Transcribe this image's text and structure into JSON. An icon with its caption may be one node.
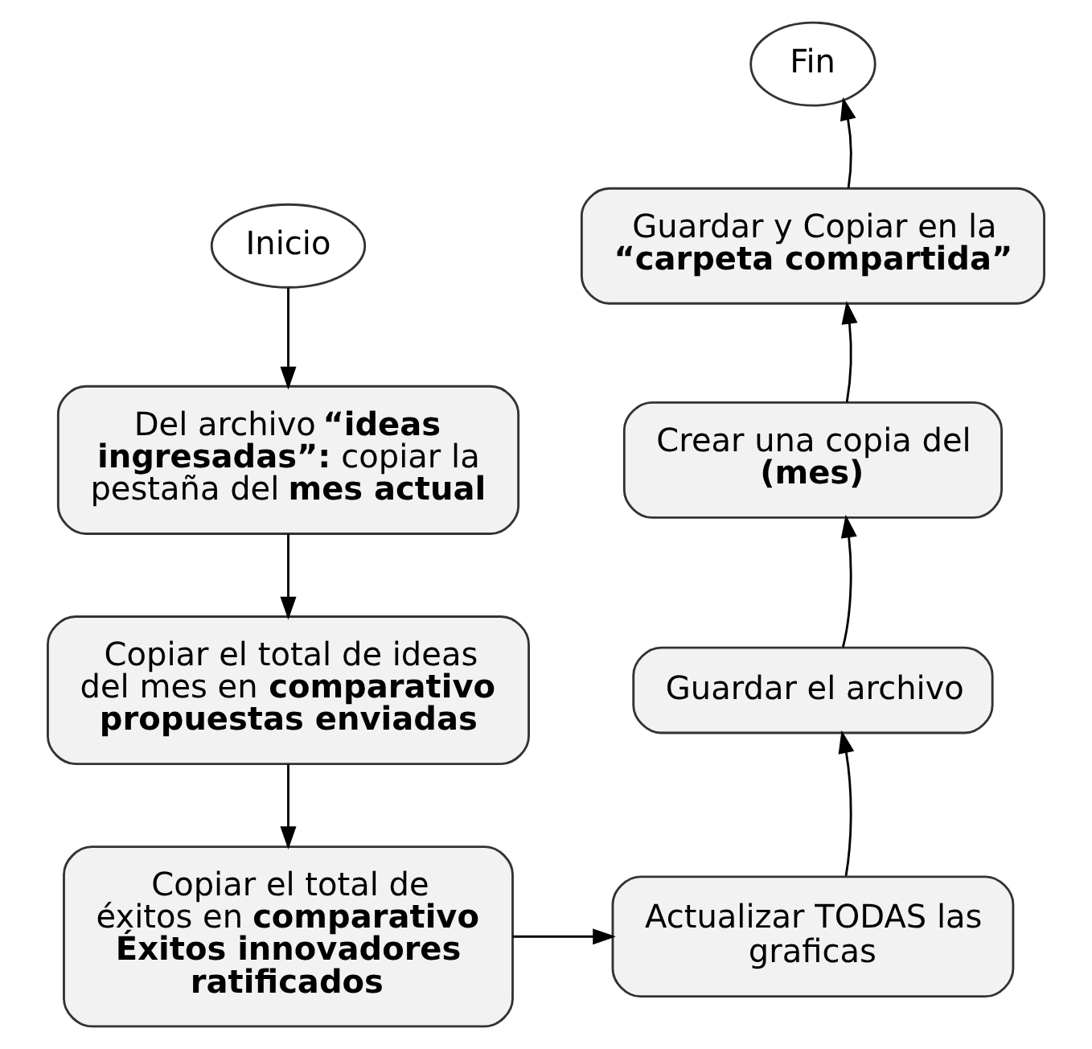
{
  "diagram": {
    "nodes": [
      {
        "text": [
          "Inicio"
        ]
      },
      {
        "text": [
          "Del archivo **“ideas ingresadas”:** copiar la pestaña del **mes actual**"
        ]
      },
      {
        "text": [
          "Copiar el total de ideas del mes en **comparativo propuestas enviadas**"
        ]
      },
      {
        "text": [
          "Copiar el total de éxitos en **comparativo Éxitos innovadores ratificados**"
        ]
      },
      {
        "text": [
          "Actualizar TODAS las graficas"
        ]
      },
      {
        "text": [
          "Guardar el archivo"
        ]
      },
      {
        "text": [
          "Crear una copia del **(mes)**"
        ]
      },
      {
        "text": [
          "Guardar y Copiar en la **“carpeta compartida”**"
        ]
      },
      {
        "text": [
          "Fin"
        ]
      }
    ],
    "edges": [
      {
        "from": 0,
        "to": 1,
        "arrow": "to"
      },
      {
        "from": 1,
        "to": 2,
        "arrow": "to"
      },
      {
        "from": 2,
        "to": 3,
        "arrow": "to"
      },
      {
        "from": 3,
        "to": 4,
        "arrow": "to"
      },
      {
        "from": 4,
        "to": 5,
        "arrow": "to"
      },
      {
        "from": 5,
        "to": 6,
        "arrow": "to"
      },
      {
        "from": 6,
        "to": 7,
        "arrow": "to"
      },
      {
        "from": 7,
        "to": 8,
        "arrow": "to"
      }
    ]
  }
}
